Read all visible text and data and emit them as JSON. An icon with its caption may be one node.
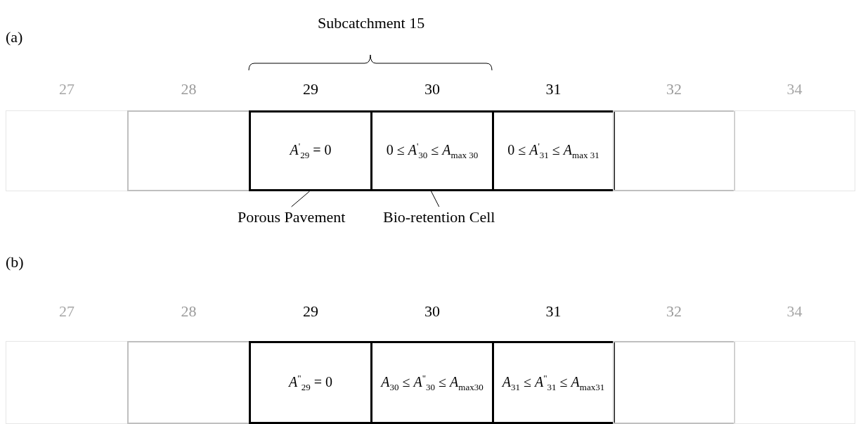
{
  "diagram": {
    "nodes": [
      {
        "text": [
          "27"
        ]
      },
      {
        "text": [
          "28"
        ]
      },
      {
        "text": [
          "29",
          "*A*$^{'}$$_{29}$ = 0"
        ]
      },
      {
        "text": [
          "30",
          "0 ≤ *A*$^{'}$$_{30}$ ≤ *A*$_{max 30}$"
        ]
      },
      {
        "text": [
          "31",
          "0 ≤ *A*$^{'}$$_{31}$ ≤ *A*$_{max 31}$"
        ]
      },
      {
        "text": [
          "32"
        ]
      },
      {
        "text": [
          "34"
        ]
      },
      {
        "text": [
          "Porous Pavement"
        ]
      },
      {
        "text": [
          "Bio-retention Cell"
        ]
      },
      {
        "text": [
          "27"
        ]
      },
      {
        "text": [
          "28"
        ]
      },
      {
        "text": [
          "29",
          "*A*$^{\"}$$_{29}$ = 0"
        ]
      },
      {
        "text": [
          "30",
          "*A*$_{30}$ ≤ *A*$^{\"}$$_{30}$ ≤ *A*$_{max30}$"
        ]
      },
      {
        "text": [
          "31",
          "*A*$_{31}$ ≤ *A*$^{\"}$$_{31}$ ≤ *A*$_{max31}$"
        ]
      },
      {
        "text": [
          "32"
        ]
      },
      {
        "text": [
          "34"
        ]
      }
    ],
    "edges": [
      {
        "from": 7,
        "to": 2,
        "arrow": "none"
      },
      {
        "from": 8,
        "to": 3,
        "arrow": "none"
      }
    ],
    "labels": [
      "Subcatchment 15",
      "(a)",
      "(b)"
    ]
  }
}
